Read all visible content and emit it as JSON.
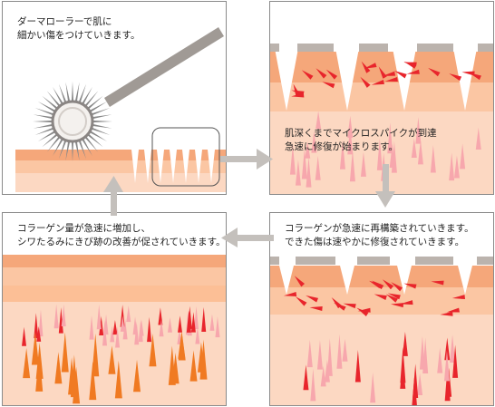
{
  "steps": [
    {
      "id": "p1",
      "caption_lines": [
        "ダーマローラーで肌に",
        "細かい傷をつけていきます。"
      ]
    },
    {
      "id": "p2",
      "caption_lines": [
        "肌深くまでマイクロスパイクが到達",
        "急速に修復が始まります。"
      ]
    },
    {
      "id": "p3",
      "caption_lines": [
        "コラーゲンが急速に再構築されていきます。",
        "できた傷は速やかに修復されていきます。"
      ]
    },
    {
      "id": "p4",
      "caption_lines": [
        "コラーゲン量が急速に増加し、",
        "シワたるみにきび跡の改善が促されていきます。"
      ]
    }
  ],
  "flow": [
    "p1",
    "p2",
    "p3",
    "p4"
  ],
  "colors": {
    "skin_top": "#f5a77a",
    "skin_band": "#fbc6a3",
    "skin_deep": "#fcd8c2",
    "needle_gray": "#bbb3ad",
    "spike_pink": "#f7a7ad",
    "spike_red": "#e8252c",
    "collagen_orange": "#f07a22",
    "arrow_gray": "#c4c0bc",
    "roller": "#a09a95"
  },
  "icons": {
    "roller": "derma-roller-icon",
    "zoom": "magnifier-frame-icon"
  }
}
